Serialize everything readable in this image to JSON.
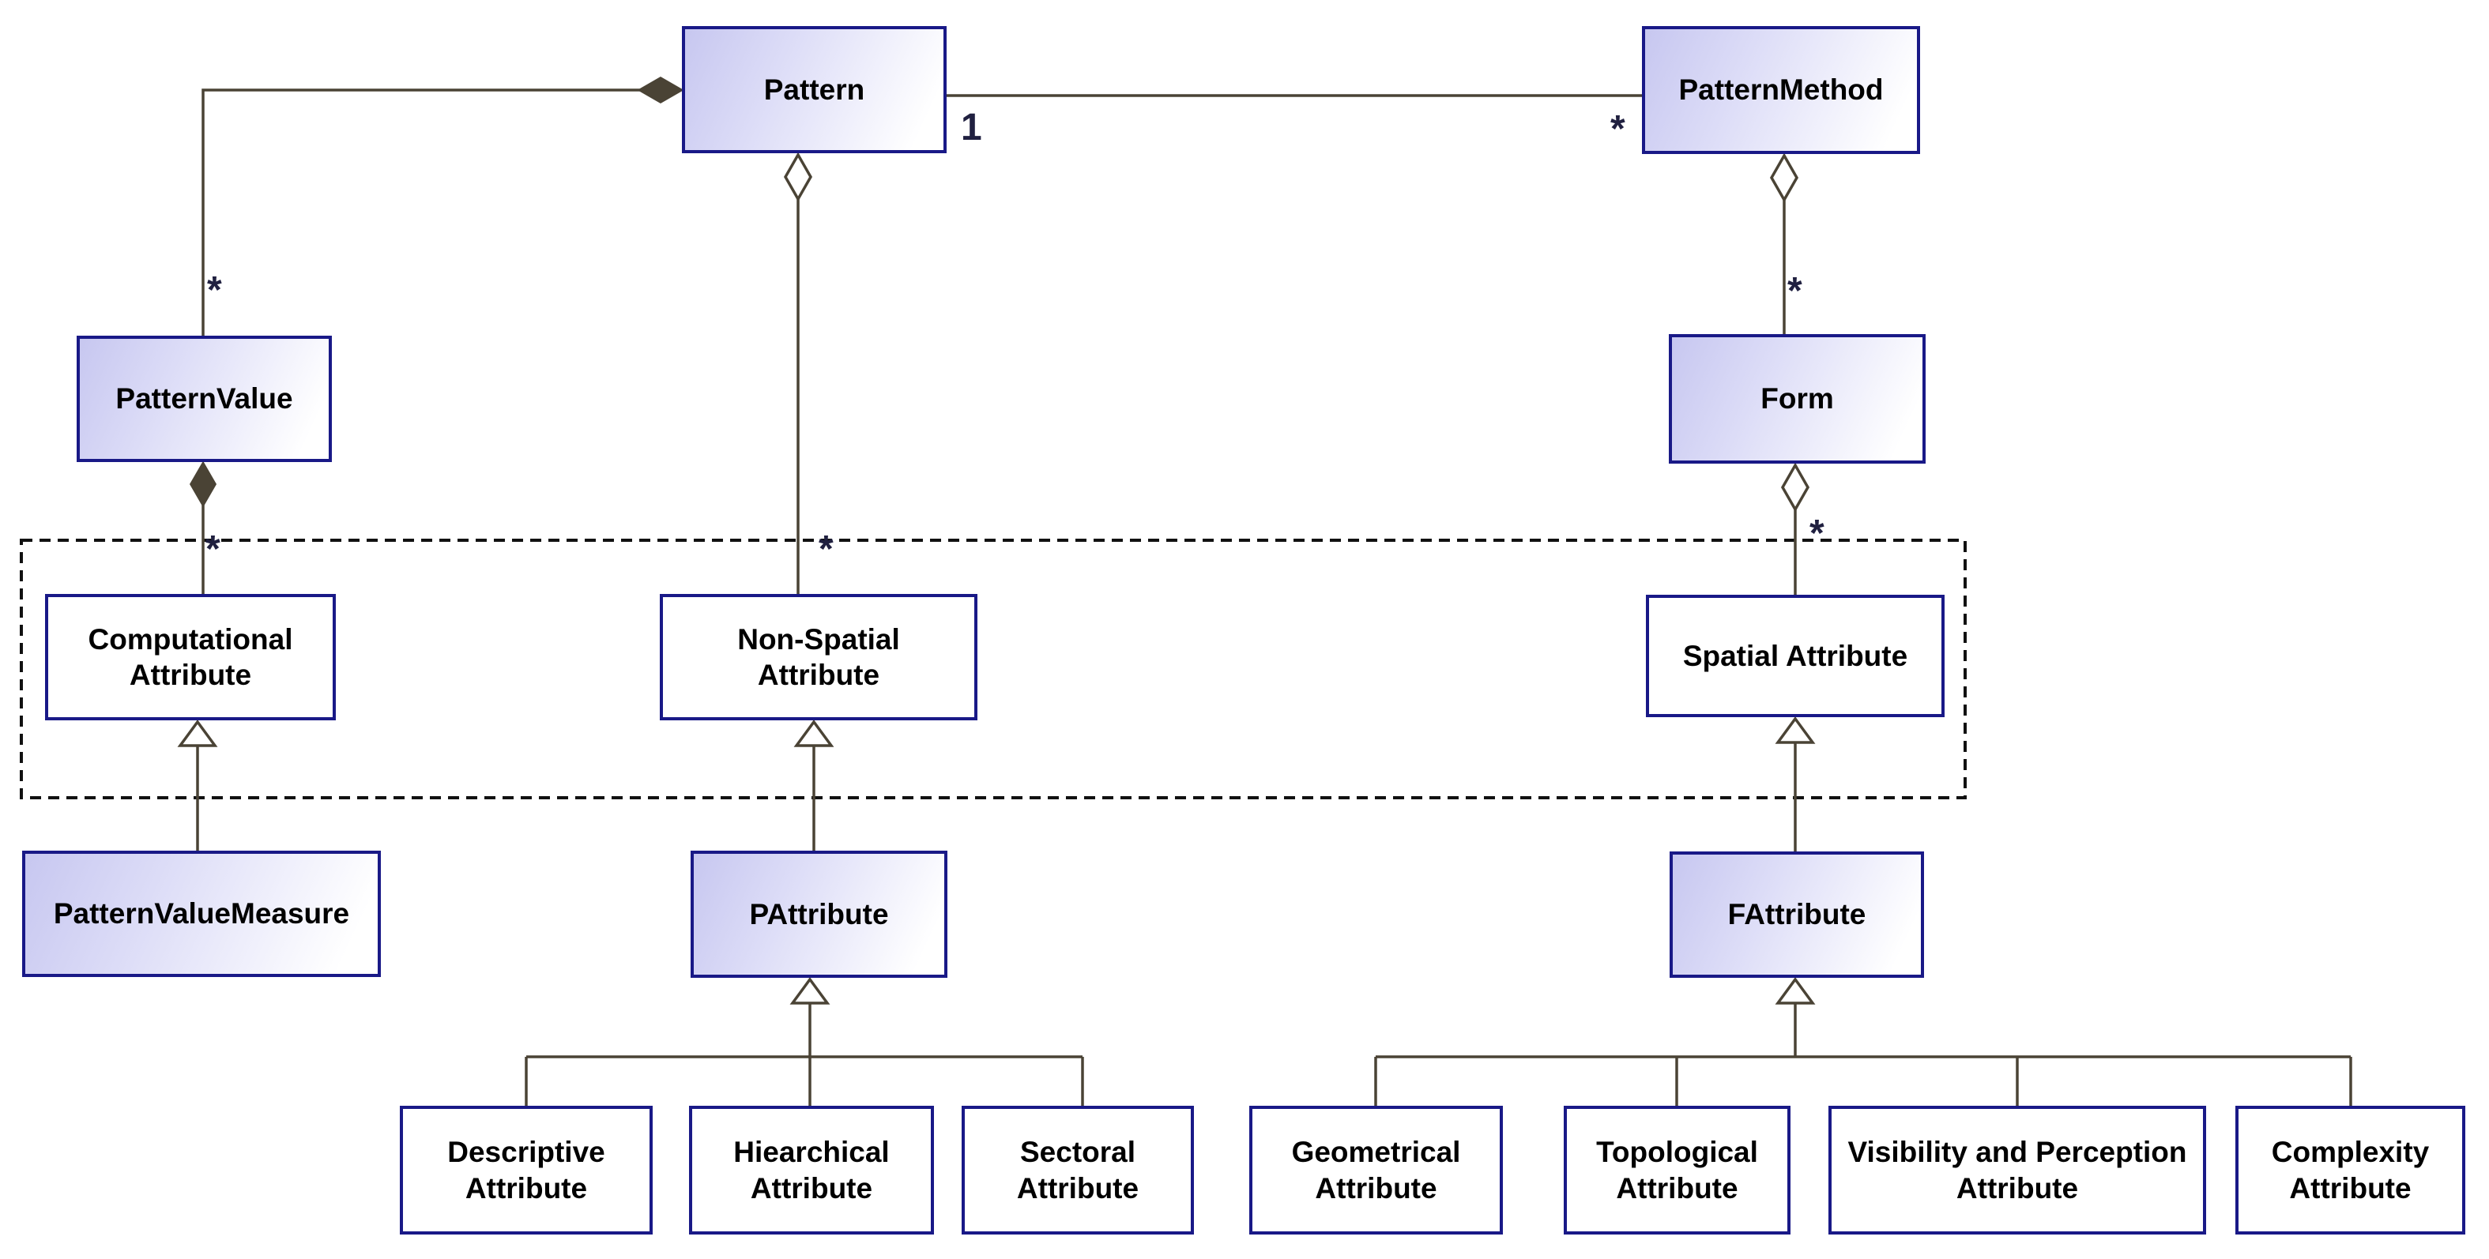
{
  "diagram": {
    "kind": "UML class diagram",
    "classes": [
      {
        "name": "Pattern",
        "fill": "gradient"
      },
      {
        "name": "PatternMethod",
        "fill": "gradient"
      },
      {
        "name": "PatternValue",
        "fill": "gradient"
      },
      {
        "name": "Form",
        "fill": "gradient"
      },
      {
        "name": "Computational Attribute",
        "fill": "white"
      },
      {
        "name": "Non-Spatial Attribute",
        "fill": "white"
      },
      {
        "name": "Spatial Attribute",
        "fill": "white"
      },
      {
        "name": "PatternValueMeasure",
        "fill": "gradient"
      },
      {
        "name": "PAttribute",
        "fill": "gradient"
      },
      {
        "name": "FAttribute",
        "fill": "gradient"
      },
      {
        "name": "Descriptive Attribute",
        "fill": "white"
      },
      {
        "name": "Hiearchical Attribute",
        "fill": "white"
      },
      {
        "name": "Sectoral Attribute",
        "fill": "white"
      },
      {
        "name": "Geometrical Attribute",
        "fill": "white"
      },
      {
        "name": "Topological Attribute",
        "fill": "white"
      },
      {
        "name": "Visibility and Perception Attribute",
        "fill": "white"
      },
      {
        "name": "Complexity Attribute",
        "fill": "white"
      }
    ],
    "multiplicities": [
      {
        "text": "*",
        "at": "Pattern–PatternValue composition, PatternValue end"
      },
      {
        "text": "1",
        "at": "Pattern–PatternMethod association, Pattern end"
      },
      {
        "text": "*",
        "at": "Pattern–PatternMethod association, PatternMethod end"
      },
      {
        "text": "*",
        "at": "PatternMethod–Form aggregation, Form end"
      },
      {
        "text": "*",
        "at": "PatternValue–Computational Attribute composition, attribute end"
      },
      {
        "text": "*",
        "at": "Pattern–Non-Spatial Attribute aggregation, attribute end"
      },
      {
        "text": "*",
        "at": "Form–Spatial Attribute aggregation, attribute end"
      }
    ],
    "relationships": [
      {
        "type": "composition",
        "from": "Pattern",
        "to": "PatternValue",
        "diamond": "filled",
        "diamond_end": "Pattern"
      },
      {
        "type": "association",
        "from": "Pattern",
        "to": "PatternMethod",
        "from_multiplicity": "1",
        "to_multiplicity": "*"
      },
      {
        "type": "aggregation",
        "from": "Pattern",
        "to": "Non-Spatial Attribute",
        "diamond": "hollow",
        "diamond_end": "Pattern",
        "to_multiplicity": "*"
      },
      {
        "type": "aggregation",
        "from": "PatternMethod",
        "to": "Form",
        "diamond": "hollow",
        "diamond_end": "PatternMethod",
        "to_multiplicity": "*"
      },
      {
        "type": "aggregation",
        "from": "Form",
        "to": "Spatial Attribute",
        "diamond": "hollow",
        "diamond_end": "Form",
        "to_multiplicity": "*"
      },
      {
        "type": "composition",
        "from": "PatternValue",
        "to": "Computational Attribute",
        "diamond": "filled",
        "diamond_end": "PatternValue",
        "to_multiplicity": "*"
      },
      {
        "type": "generalization",
        "parent": "Computational Attribute",
        "children": [
          "PatternValueMeasure"
        ]
      },
      {
        "type": "generalization",
        "parent": "Non-Spatial Attribute",
        "children": [
          "PAttribute"
        ]
      },
      {
        "type": "generalization",
        "parent": "Spatial Attribute",
        "children": [
          "FAttribute"
        ]
      },
      {
        "type": "generalization",
        "parent": "PAttribute",
        "children": [
          "Descriptive Attribute",
          "Hiearchical Attribute",
          "Sectoral Attribute"
        ]
      },
      {
        "type": "generalization",
        "parent": "FAttribute",
        "children": [
          "Geometrical Attribute",
          "Topological Attribute",
          "Visibility and Perception Attribute",
          "Complexity Attribute"
        ]
      }
    ],
    "colors": {
      "class_border": "#191987",
      "class_fill_gradient_start": "#c7c7f0",
      "class_fill_gradient_end": "#ffffff",
      "class_fill_plain": "#ffffff",
      "connector_line": "#4a4335",
      "dashed_frame": "#111111",
      "text": "#000000"
    }
  }
}
